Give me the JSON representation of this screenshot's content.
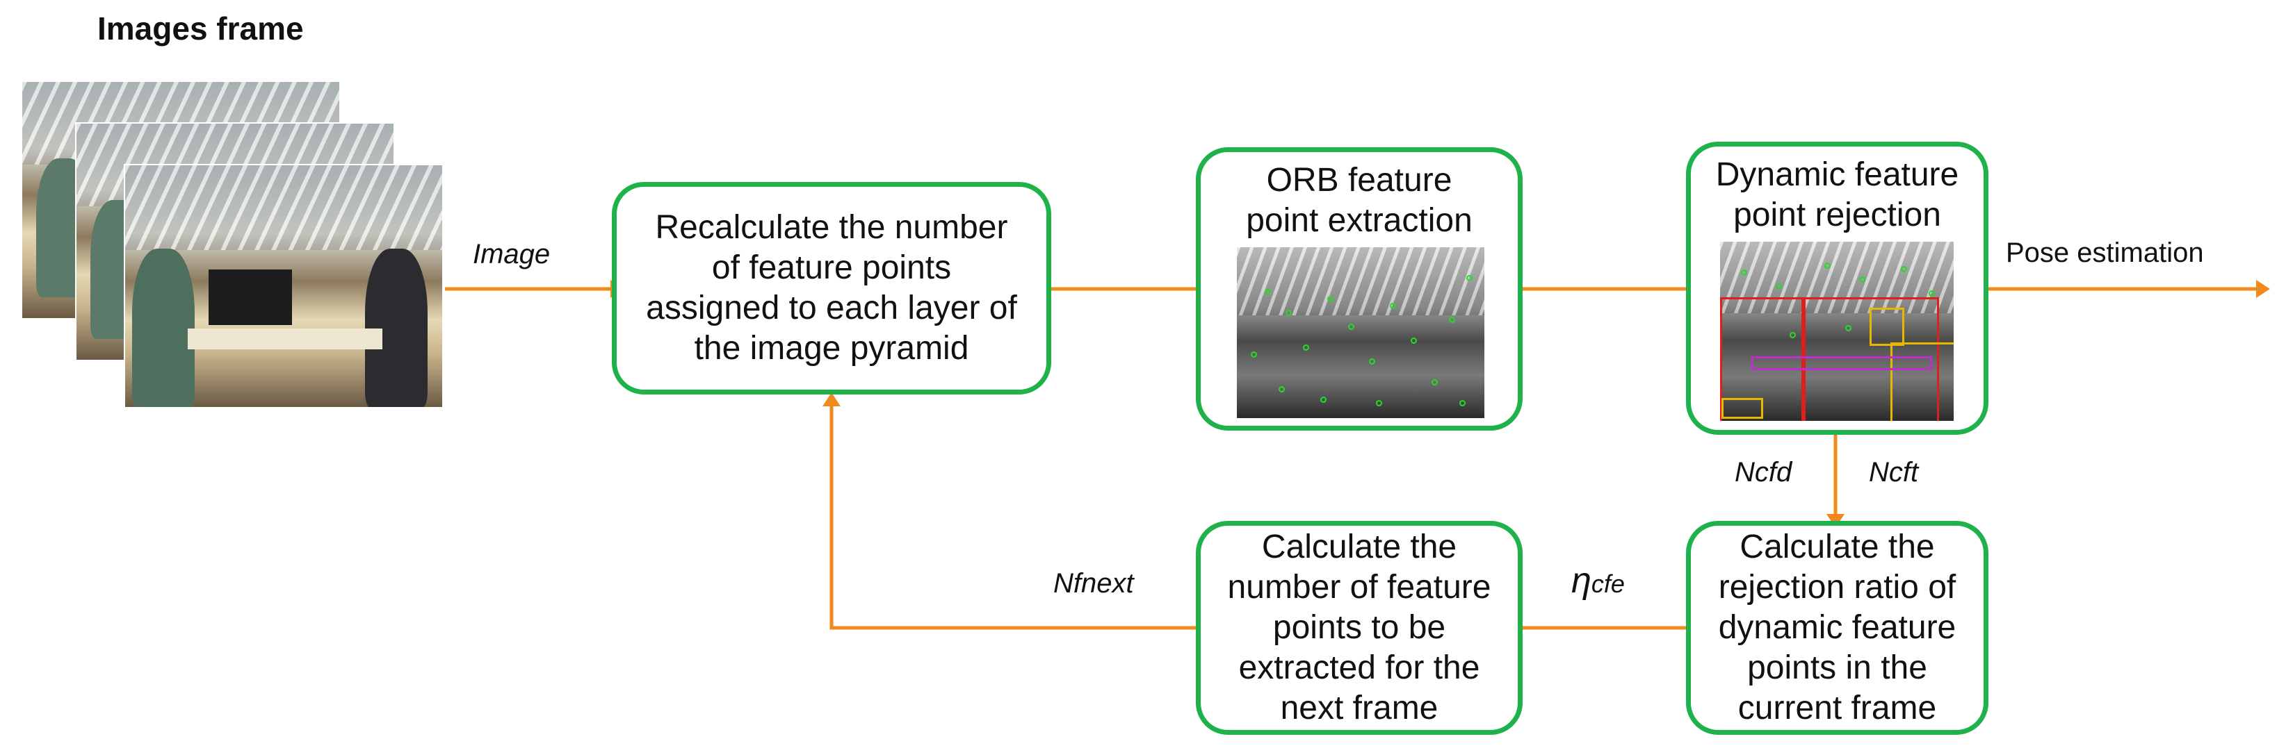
{
  "header": {
    "title": "Images frame"
  },
  "boxes": {
    "recalc": [
      "Recalculate the number",
      "of feature points",
      "assigned to each layer of",
      "the image pyramid"
    ],
    "orb": [
      "ORB feature",
      "point extraction"
    ],
    "dynamic": [
      "Dynamic feature",
      "point rejection"
    ],
    "ratio": [
      "Calculate the",
      "rejection ratio of",
      "dynamic feature",
      "points in the",
      "current frame"
    ],
    "next": [
      "Calculate the",
      "number of feature",
      "points to be",
      "extracted for the",
      "next frame"
    ]
  },
  "labels": {
    "image": "Image",
    "pose": "Pose estimation",
    "ncfd": "Ncfd",
    "ncft": "Ncft",
    "eta_symbol": "η",
    "eta_sub": "cfe",
    "nfnext": "Nfnext"
  },
  "colors": {
    "box_border": "#1fb24a",
    "arrow": "#f08a1c"
  },
  "icons": {
    "arrowhead": "triangle-arrowhead"
  }
}
